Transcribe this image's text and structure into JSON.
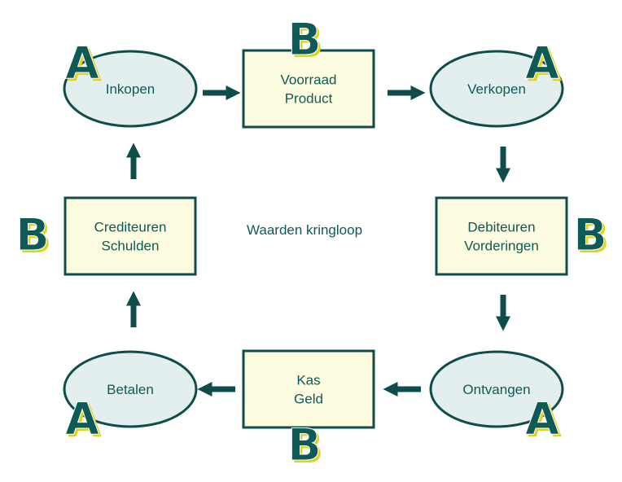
{
  "title": "Waarden kringloop",
  "colors": {
    "stroke": "#0e4d4b",
    "ellipse_fill": "#e3efef",
    "box_fill": "#fdfbe0",
    "badge_fill": "#0e5a57",
    "badge_shadow": "#e3d21a",
    "text": "#0e5a57"
  },
  "nodes": {
    "inkopen": {
      "shape": "ellipse",
      "lines": [
        "Inkopen"
      ],
      "badge": "A"
    },
    "voorraad": {
      "shape": "box",
      "lines": [
        "Voorraad",
        "Product"
      ],
      "badge": "B"
    },
    "verkopen": {
      "shape": "ellipse",
      "lines": [
        "Verkopen"
      ],
      "badge": "A"
    },
    "debiteuren": {
      "shape": "box",
      "lines": [
        "Debiteuren",
        "Vorderingen"
      ],
      "badge": "B"
    },
    "ontvangen": {
      "shape": "ellipse",
      "lines": [
        "Ontvangen"
      ],
      "badge": "A"
    },
    "kas": {
      "shape": "box",
      "lines": [
        "Kas",
        "Geld"
      ],
      "badge": "B"
    },
    "betalen": {
      "shape": "ellipse",
      "lines": [
        "Betalen"
      ],
      "badge": "A"
    },
    "crediteuren": {
      "shape": "box",
      "lines": [
        "Crediteuren",
        "Schulden"
      ],
      "badge": "B"
    }
  }
}
